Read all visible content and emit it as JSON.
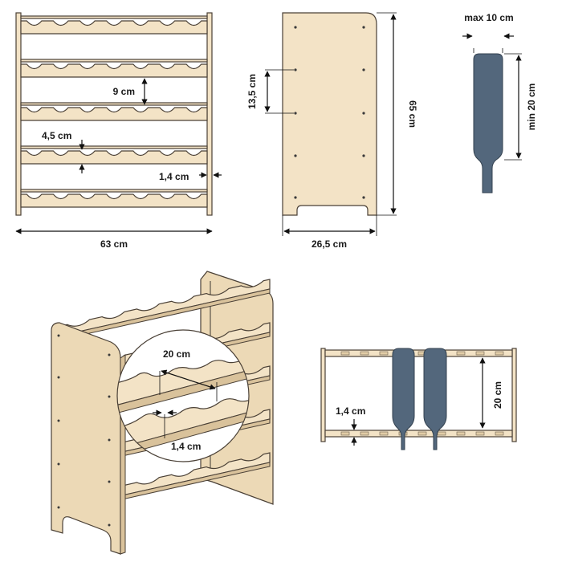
{
  "front_view": {
    "width_label": "63 cm",
    "shelf_gap_label": "9 cm",
    "groove_label": "4,5 cm",
    "thickness_label": "1,4 cm"
  },
  "side_view": {
    "height_label": "65 cm",
    "hole_spacing_label": "13,5 cm",
    "depth_label": "26,5 cm"
  },
  "bottle_spec": {
    "max_diameter_label": "max 10 cm",
    "min_length_label": "min 20 cm"
  },
  "perspective_view": {
    "spacing_label": "20 cm",
    "thickness_label": "1,4 cm"
  },
  "top_view": {
    "spacing_label": "20 cm",
    "thickness_label": "1,4 cm"
  },
  "colors": {
    "wood": "#f3e3c6",
    "outline": "#4a4036",
    "bottle": "#53677c"
  }
}
